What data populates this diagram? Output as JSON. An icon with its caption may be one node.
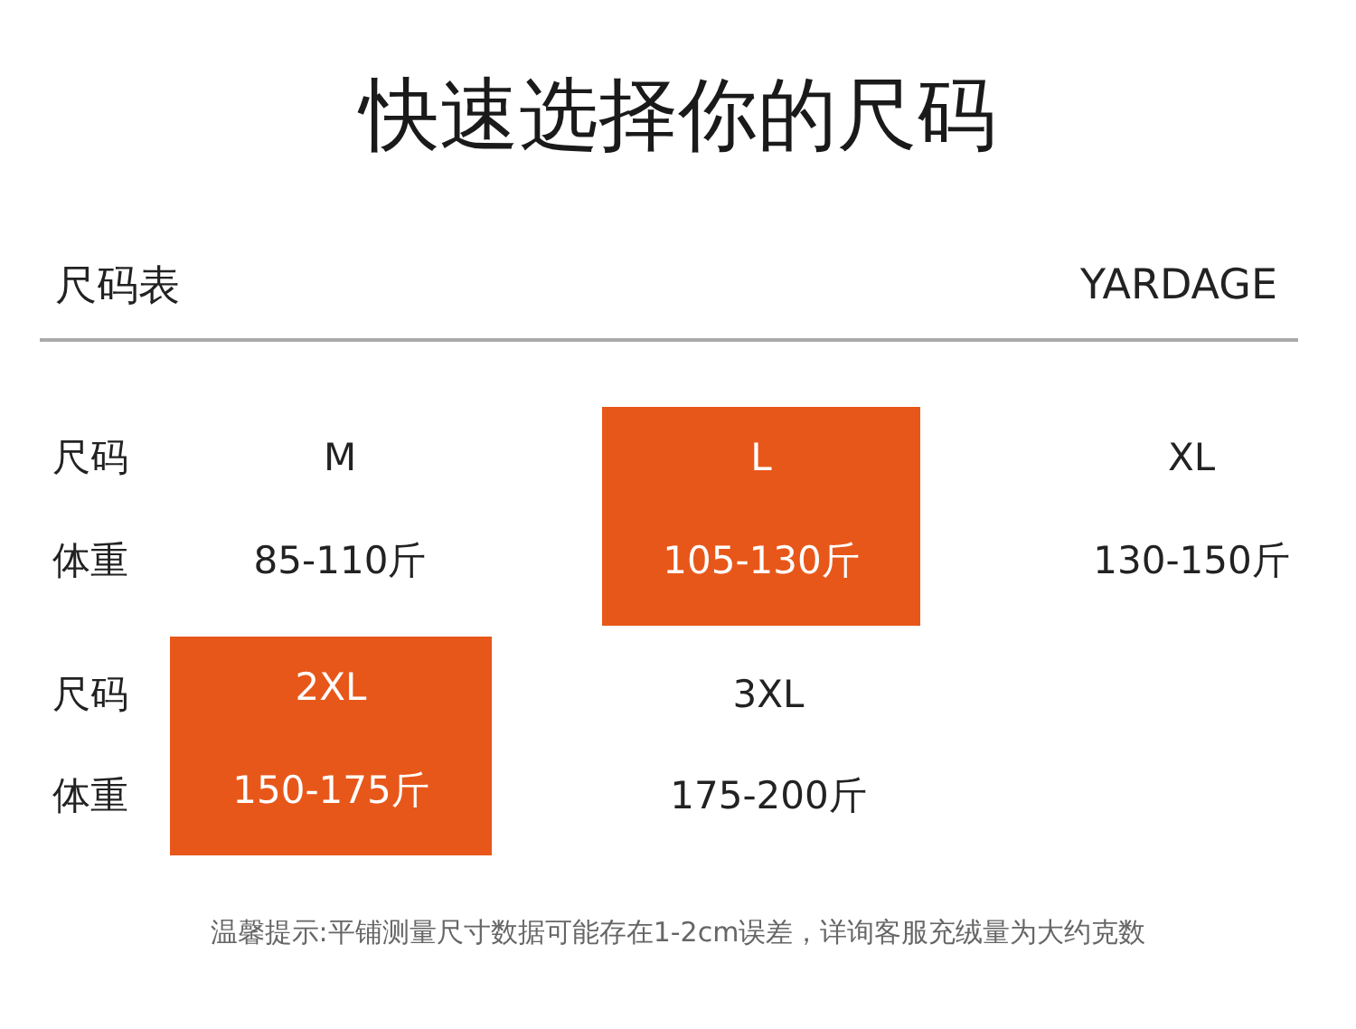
{
  "diagram": {
    "title": "快速选择你的尺码",
    "nodes": [
      {
        "text": [
          "L",
          "105-130斤"
        ]
      },
      {
        "text": [
          "2XL",
          "150-175斤"
        ]
      }
    ],
    "labels": [
      "尺码表",
      "YARDAGE",
      "尺码",
      "M",
      "XL",
      "体重",
      "85-110斤",
      "130-150斤",
      "尺码",
      "3XL",
      "体重",
      "175-200斤"
    ],
    "caption": "温馨提示:平铺测量尺寸数据可能存在1-2cm误差，详询客服充绒量为大约克数"
  }
}
